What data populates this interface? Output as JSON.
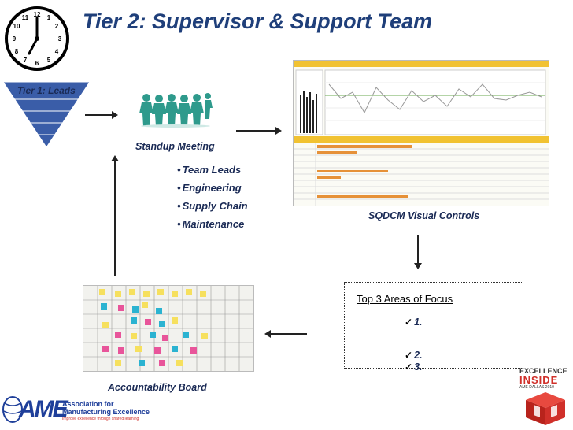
{
  "title": "Tier 2: Supervisor & Support Team",
  "tier1_label": "Tier 1: Leads",
  "standup_label": "Standup Meeting",
  "attendees": [
    "Team Leads",
    "Engineering",
    "Supply Chain",
    "Maintenance"
  ],
  "visual_controls_label": "SQDCM Visual Controls",
  "accountability_label": "Accountability Board",
  "focus": {
    "title": "Top 3 Areas of Focus",
    "items": [
      "1.",
      "2.",
      "3."
    ]
  },
  "clock": {
    "numbers": [
      "12",
      "1",
      "2",
      "3",
      "4",
      "5",
      "6",
      "7",
      "8",
      "9",
      "10",
      "11"
    ]
  },
  "branding": {
    "ame_logo": "AME",
    "ame_line1": "Association for",
    "ame_line2": "Manufacturing Excellence",
    "ame_tagline": "Improve excellence through shared learning",
    "excellence_line1": "EXCELLENCE",
    "excellence_line2": "INSIDE",
    "excellence_line3": "AME DALLAS 2010"
  },
  "colors": {
    "title": "#1f3f7a",
    "funnel": "#3a5da8",
    "people": "#2e9a8c",
    "arrow": "#222222",
    "logo_red": "#d0302a",
    "ame_blue": "#1f3f9a"
  }
}
